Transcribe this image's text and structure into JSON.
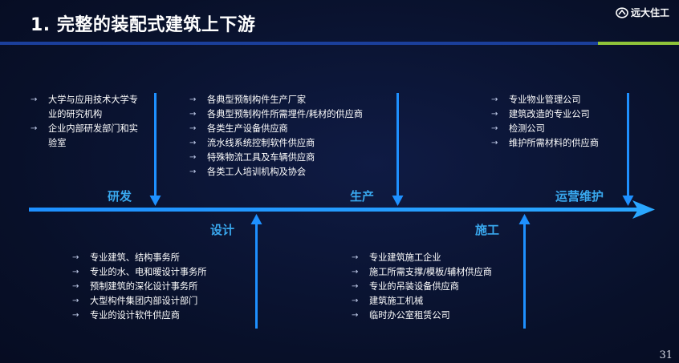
{
  "slide": {
    "title": "1. 完整的装配式建筑上下游",
    "logo_text": "远大住工",
    "logo_icon": "broad-logo-icon",
    "page_number": "31",
    "accent_color": "#1e90ff",
    "stage_color": "#39a8ee"
  },
  "stages": {
    "research": {
      "label": "研发",
      "items": [
        "大学与应用技术大学专业的研究机构",
        "企业内部研发部门和实验室"
      ]
    },
    "design": {
      "label": "设计",
      "items": [
        "专业建筑、结构事务所",
        "专业的水、电和暖设计事务所",
        "预制建筑的深化设计事务所",
        "大型构件集团内部设计部门",
        "专业的设计软件供应商"
      ]
    },
    "production": {
      "label": "生产",
      "items": [
        "各典型预制构件生产厂家",
        "各典型预制构件所需埋件/耗材的供应商",
        "各类生产设备供应商",
        "流水线系统控制软件供应商",
        "特殊物流工具及车辆供应商",
        "各类工人培训机构及协会"
      ]
    },
    "construction": {
      "label": "施工",
      "items": [
        "专业建筑施工企业",
        "施工所需支撑/模板/辅材供应商",
        "专业的吊装设备供应商",
        "建筑施工机械",
        "临时办公室租赁公司"
      ]
    },
    "operation": {
      "label": "运营维护",
      "items": [
        "专业物业管理公司",
        "建筑改造的专业公司",
        "检测公司",
        "维护所需材料的供应商"
      ]
    }
  },
  "bullet_glyph": "→"
}
